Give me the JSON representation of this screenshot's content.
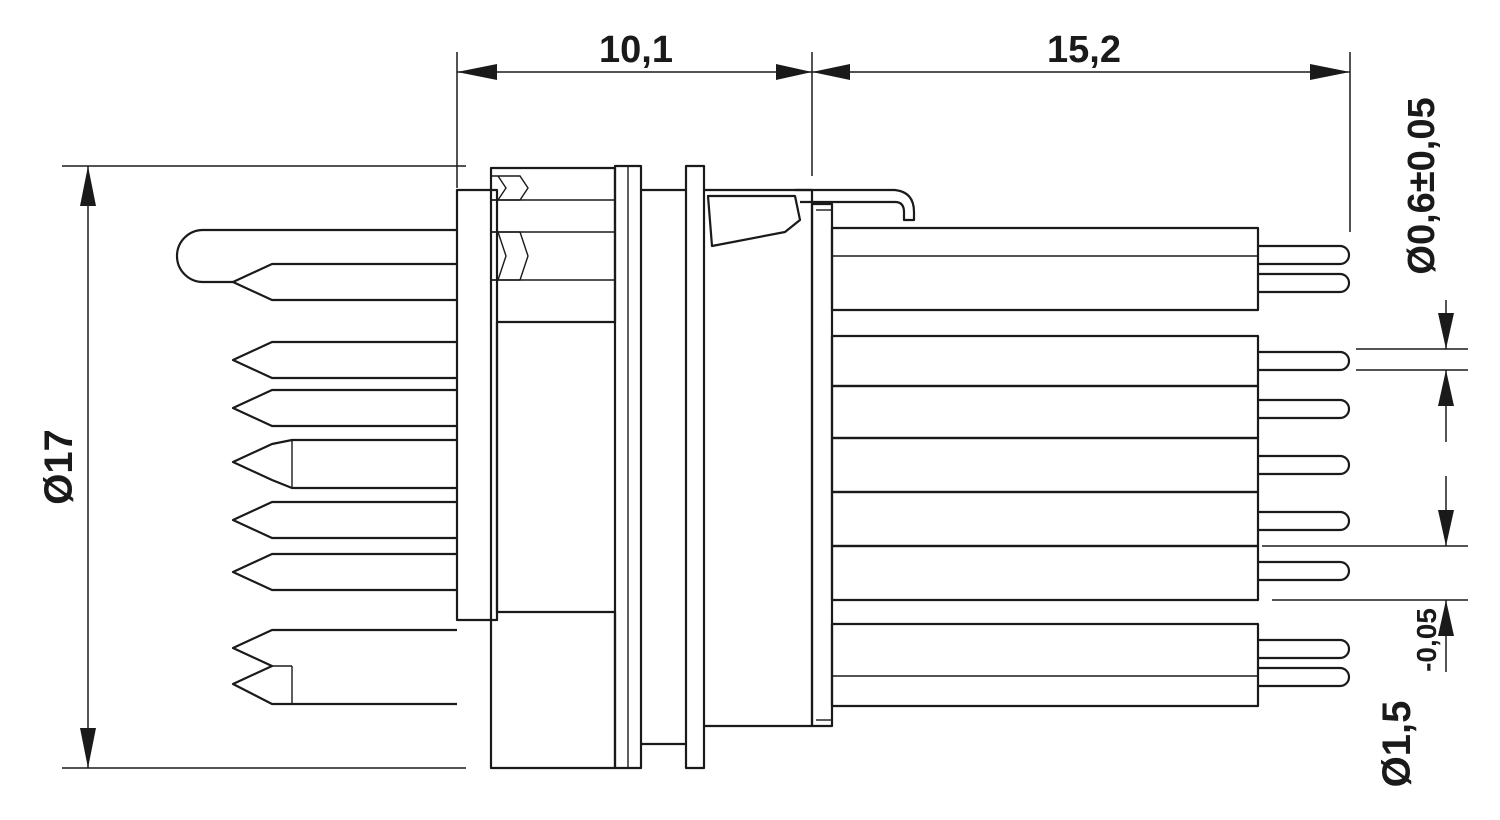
{
  "dimensions": {
    "width_left": "10,1",
    "width_right": "15,2",
    "outer_diameter": "Ø17",
    "contact_pin_diameter": "Ø0,6±0,05",
    "solder_pin_diameter_main": "Ø1,5",
    "solder_pin_diameter_tolerance": "-0,05"
  },
  "colors": {
    "line": "#1a1a1a",
    "background": "#ffffff"
  }
}
